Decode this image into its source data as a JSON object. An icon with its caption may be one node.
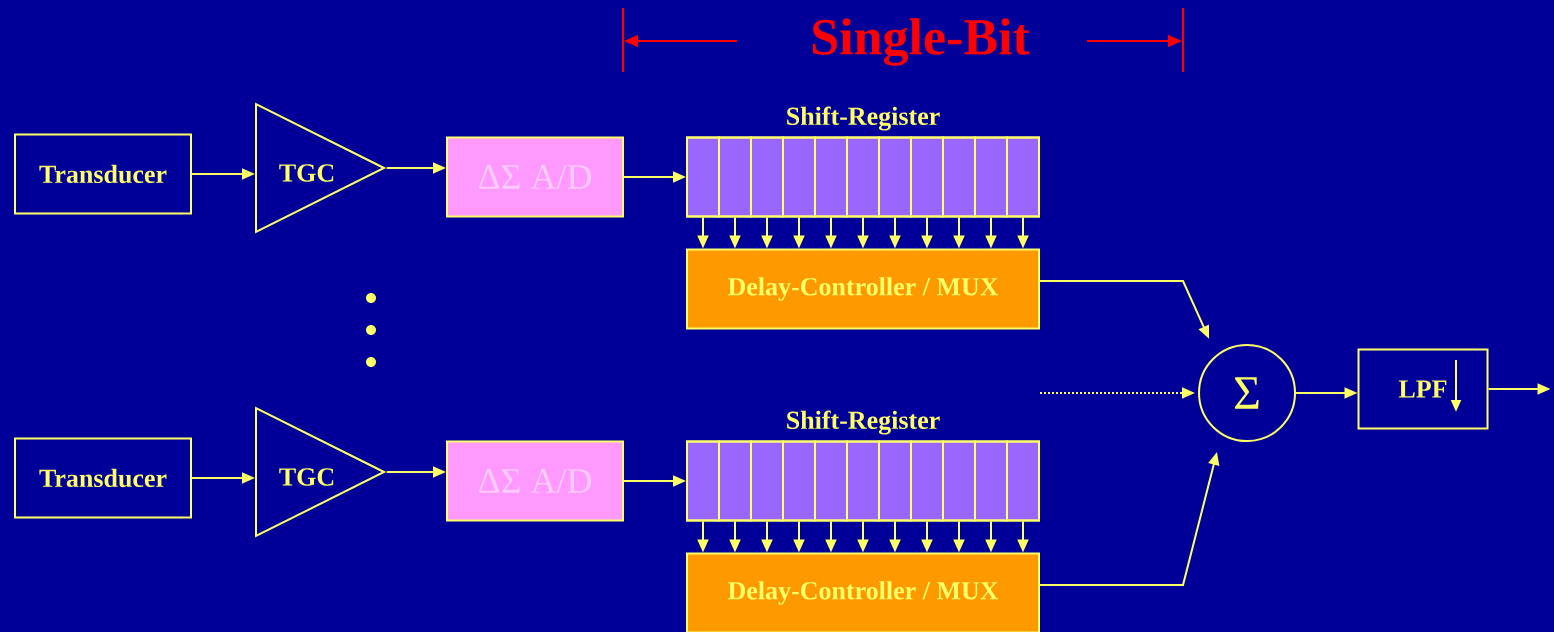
{
  "diagram": {
    "title": "Single-Bit",
    "nodes": [
      {
        "text": [
          "Transducer"
        ]
      },
      {
        "text": [
          "TGC"
        ]
      },
      {
        "text": [
          "ΔΣ A/D"
        ]
      },
      {
        "text": [
          "Shift-Register"
        ]
      },
      {
        "text": [],
        "shape": "box",
        "in": 3
      },
      {
        "text": [],
        "shape": "box",
        "in": 3
      },
      {
        "text": [],
        "shape": "box",
        "in": 3
      },
      {
        "text": [],
        "shape": "box",
        "in": 3
      },
      {
        "text": [],
        "shape": "box",
        "in": 3
      },
      {
        "text": [],
        "shape": "box",
        "in": 3
      },
      {
        "text": [],
        "shape": "box",
        "in": 3
      },
      {
        "text": [],
        "shape": "box",
        "in": 3
      },
      {
        "text": [],
        "shape": "box",
        "in": 3
      },
      {
        "text": [],
        "shape": "box",
        "in": 3
      },
      {
        "text": [],
        "shape": "box",
        "in": 3
      },
      {
        "text": [
          "Delay-Controller / MUX"
        ]
      },
      {
        "text": [
          "Σ"
        ]
      },
      {
        "text": [
          "LPF"
        ]
      },
      {
        "text": [
          "Transducer"
        ]
      },
      {
        "text": [
          "TGC"
        ]
      },
      {
        "text": [
          "ΔΣ A/D"
        ]
      },
      {
        "text": [
          "Shift-Register"
        ]
      },
      {
        "text": [],
        "shape": "box",
        "in": 21
      },
      {
        "text": [],
        "shape": "box",
        "in": 21
      },
      {
        "text": [],
        "shape": "box",
        "in": 21
      },
      {
        "text": [],
        "shape": "box",
        "in": 21
      },
      {
        "text": [],
        "shape": "box",
        "in": 21
      },
      {
        "text": [],
        "shape": "box",
        "in": 21
      },
      {
        "text": [],
        "shape": "box",
        "in": 21
      },
      {
        "text": [],
        "shape": "box",
        "in": 21
      },
      {
        "text": [],
        "shape": "box",
        "in": 21
      },
      {
        "text": [],
        "shape": "box",
        "in": 21
      },
      {
        "text": [],
        "shape": "box",
        "in": 21
      },
      {
        "text": [
          "Delay-Controller / MUX"
        ]
      }
    ],
    "edges": [
      {
        "from": 0,
        "to": 1,
        "arrow": "to"
      },
      {
        "from": 1,
        "to": 2,
        "arrow": "to"
      },
      {
        "from": 2,
        "to": 3,
        "arrow": "to"
      },
      {
        "from": 4,
        "to": 15,
        "arrow": "to"
      },
      {
        "from": 5,
        "to": 15,
        "arrow": "to"
      },
      {
        "from": 6,
        "to": 15,
        "arrow": "to"
      },
      {
        "from": 7,
        "to": 15,
        "arrow": "to"
      },
      {
        "from": 8,
        "to": 15,
        "arrow": "to"
      },
      {
        "from": 9,
        "to": 15,
        "arrow": "to"
      },
      {
        "from": 10,
        "to": 15,
        "arrow": "to"
      },
      {
        "from": 11,
        "to": 15,
        "arrow": "to"
      },
      {
        "from": 12,
        "to": 15,
        "arrow": "to"
      },
      {
        "from": 13,
        "to": 15,
        "arrow": "to"
      },
      {
        "from": 14,
        "to": 15,
        "arrow": "to"
      },
      {
        "from": 15,
        "to": 16,
        "arrow": "to"
      },
      {
        "from": null,
        "to": 16,
        "arrow": "to",
        "style": "dashed"
      },
      {
        "from": 33,
        "to": 16,
        "arrow": "to"
      },
      {
        "from": 16,
        "to": 17,
        "arrow": "to"
      },
      {
        "from": 17,
        "to": null,
        "arrow": "to"
      },
      {
        "from": 18,
        "to": 19,
        "arrow": "to"
      },
      {
        "from": 19,
        "to": 20,
        "arrow": "to"
      },
      {
        "from": 20,
        "to": 21,
        "arrow": "to"
      },
      {
        "from": 22,
        "to": 33,
        "arrow": "to"
      },
      {
        "from": 23,
        "to": 33,
        "arrow": "to"
      },
      {
        "from": 24,
        "to": 33,
        "arrow": "to"
      },
      {
        "from": 25,
        "to": 33,
        "arrow": "to"
      },
      {
        "from": 26,
        "to": 33,
        "arrow": "to"
      },
      {
        "from": 27,
        "to": 33,
        "arrow": "to"
      },
      {
        "from": 28,
        "to": 33,
        "arrow": "to"
      },
      {
        "from": 29,
        "to": 33,
        "arrow": "to"
      },
      {
        "from": 30,
        "to": 33,
        "arrow": "to"
      },
      {
        "from": 31,
        "to": 33,
        "arrow": "to"
      },
      {
        "from": 32,
        "to": 33,
        "arrow": "to"
      }
    ]
  }
}
